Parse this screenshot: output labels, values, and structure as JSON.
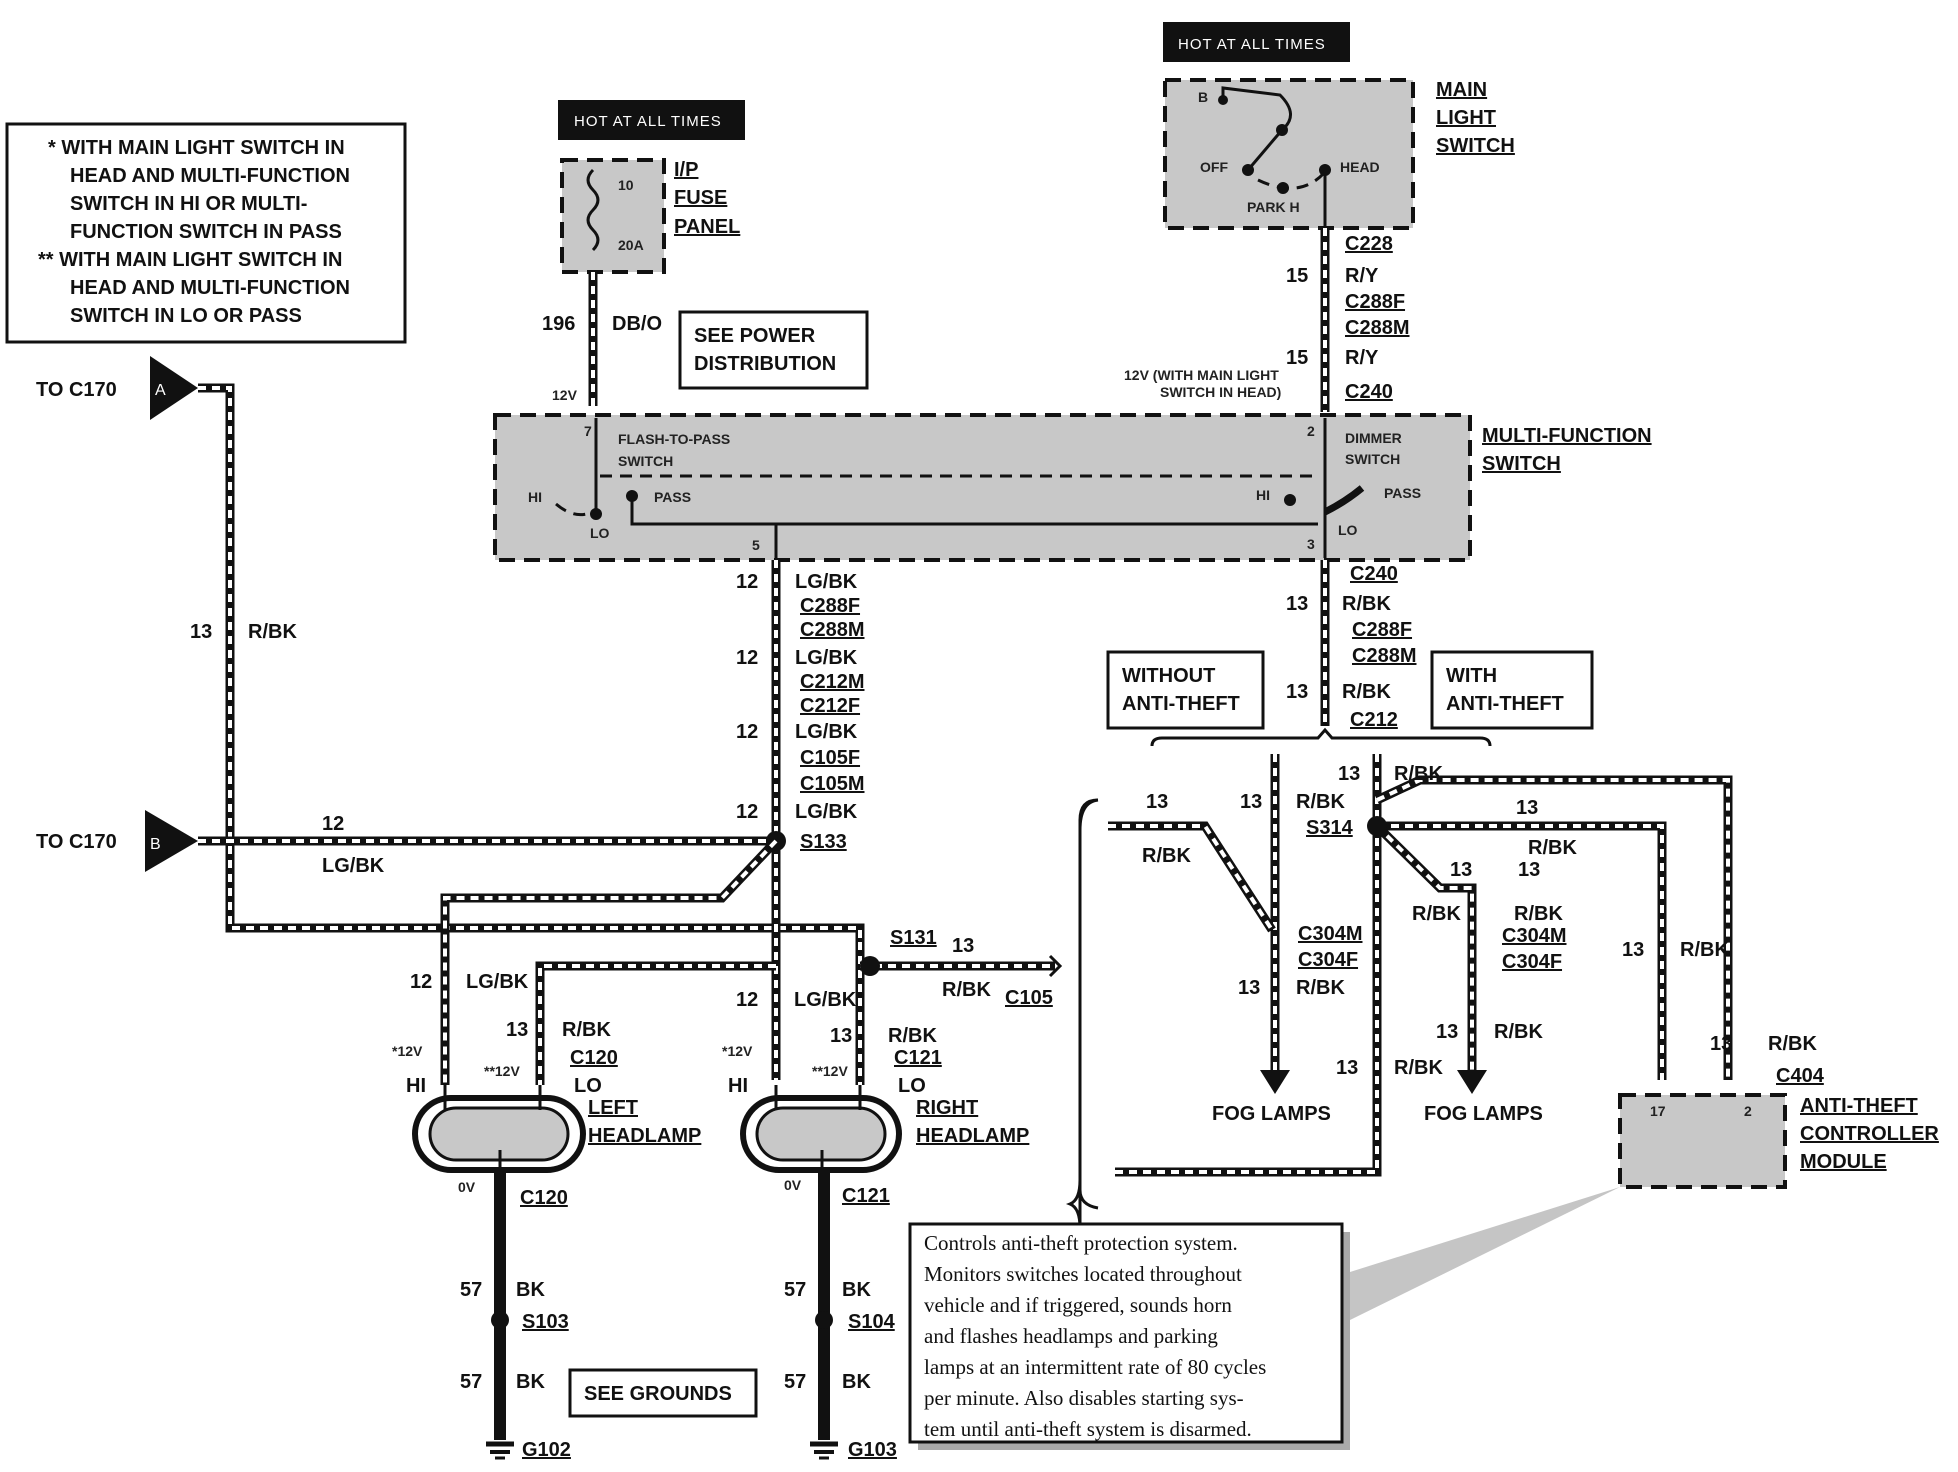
{
  "legend": {
    "line1": "* WITH MAIN LIGHT SWITCH IN",
    "line2": "HEAD AND MULTI-FUNCTION",
    "line3": "SWITCH IN HI OR MULTI-",
    "line4": "FUNCTION SWITCH IN PASS",
    "line5": "** WITH MAIN LIGHT SWITCH IN",
    "line6": "HEAD AND MULTI-FUNCTION",
    "line7": "SWITCH IN LO OR PASS"
  },
  "hot_label": "HOT AT ALL TIMES",
  "fuse_panel": {
    "line1": "I/P",
    "line2": "FUSE",
    "line3": "PANEL",
    "fuse_no": "10",
    "rating": "20A",
    "circuit": "196",
    "color": "DB/O",
    "voltage": "12V"
  },
  "see_power": {
    "line1": "SEE POWER",
    "line2": "DISTRIBUTION"
  },
  "main_switch": {
    "line1": "MAIN",
    "line2": "LIGHT",
    "line3": "SWITCH",
    "b": "B",
    "off": "OFF",
    "head": "HEAD",
    "park": "PARK H"
  },
  "upper_right": {
    "c228": "C228",
    "c15a": "15",
    "ry1": "R/Y",
    "c288f": "C288F",
    "c288m": "C288M",
    "c15b": "15",
    "ry2": "R/Y",
    "note1": "12V (WITH MAIN LIGHT",
    "note2": "SWITCH IN HEAD)",
    "c240": "C240"
  },
  "mfs": {
    "line1": "MULTI-FUNCTION",
    "line2": "SWITCH",
    "ftp1": "FLASH-TO-PASS",
    "ftp2": "SWITCH",
    "dim1": "DIMMER",
    "dim2": "SWITCH",
    "hi": "HI",
    "lo": "LO",
    "pass": "PASS",
    "pin7": "7",
    "pin2": "2",
    "pin5": "5",
    "pin3": "3",
    "v12": "12V"
  },
  "left_feed": {
    "to1": "TO C170",
    "to2": "TO C170",
    "a": "A",
    "b": "B",
    "c13": "13",
    "rbk": "R/BK",
    "c12": "12",
    "lgbk": "LG/BK"
  },
  "center_col": {
    "n1": "12",
    "w1": "LG/BK",
    "k1": "C288F",
    "k2": "C288M",
    "n2": "12",
    "w2": "LG/BK",
    "k3": "C212M",
    "k4": "C212F",
    "n3": "12",
    "w3": "LG/BK",
    "k5": "C105F",
    "k6": "C105M",
    "n4": "12",
    "w4": "LG/BK",
    "s133": "S133"
  },
  "right_col": {
    "c240": "C240",
    "n1": "13",
    "w1": "R/BK",
    "k1": "C288F",
    "k2": "C288M",
    "n2": "13",
    "w2": "R/BK",
    "k3": "C212",
    "without1": "WITHOUT",
    "without2": "ANTI-THEFT",
    "with1": "WITH",
    "with2": "ANTI-THEFT"
  },
  "fog": {
    "n1": "13",
    "w1": "R/BK",
    "n2": "13",
    "w2": "R/BK",
    "s314": "S314",
    "n3": "13",
    "n4": "13",
    "w3": "R/BK",
    "n5": "13",
    "n6": "13",
    "w4": "R/BK",
    "k1": "C304M",
    "k2": "C304F",
    "k3": "C304M",
    "k4": "C304F",
    "n7": "13",
    "w5": "R/BK",
    "n8": "13",
    "w6": "R/BK",
    "n9": "13",
    "w7": "R/BK",
    "n10": "13",
    "w8": "R/BK",
    "lamps1": "FOG LAMPS",
    "lamps2": "FOG LAMPS",
    "n11": "13",
    "w9": "R/BK",
    "n12": "13",
    "w10": "R/BK",
    "c404": "C404"
  },
  "anti_theft": {
    "line1": "ANTI-THEFT",
    "line2": "CONTROLLER",
    "line3": "MODULE",
    "pin17": "17",
    "pin2": "2"
  },
  "headlamps": {
    "left1": "LEFT",
    "left2": "HEADLAMP",
    "right1": "RIGHT",
    "right2": "HEADLAMP",
    "s131": "S131",
    "s131n": "13",
    "s131w": "R/BK",
    "c105": "C105",
    "l_n1": "12",
    "l_w1": "LG/BK",
    "l_n2": "13",
    "l_w2": "R/BK",
    "l_c": "C120",
    "r_n1": "12",
    "r_w1": "LG/BK",
    "r_n2": "13",
    "r_w2": "R/BK",
    "r_c": "C121",
    "hi": "HI",
    "lo": "LO",
    "v1": "*12V",
    "v2": "**12V"
  },
  "grounds": {
    "see": "SEE GROUNDS",
    "v0": "0V",
    "lc": "C120",
    "rc": "C121",
    "n57": "57",
    "bk": "BK",
    "ls": "S103",
    "rs": "S104",
    "lg": "G102",
    "rg": "G103"
  },
  "description": {
    "line1": "Controls anti-theft protection system.",
    "line2": "Monitors switches located throughout",
    "line3": "vehicle and if triggered, sounds horn",
    "line4": "and flashes headlamps and parking",
    "line5": "lamps at an intermittent rate of 80 cycles",
    "line6": "per minute. Also disables starting sys-",
    "line7": "tem until anti-theft system is disarmed."
  }
}
